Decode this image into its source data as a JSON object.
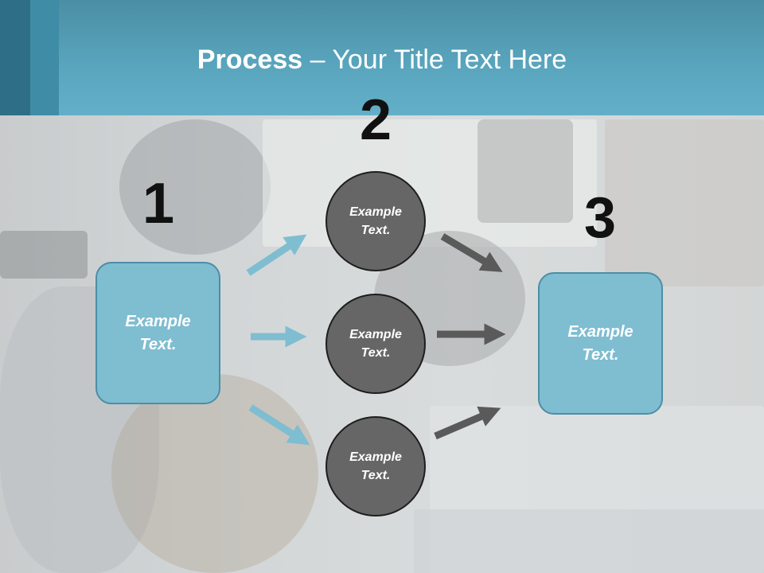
{
  "header": {
    "title_bold": "Process",
    "title_rest": " – Your Title Text Here"
  },
  "steps": [
    {
      "number": "1"
    },
    {
      "number": "2"
    },
    {
      "number": "3"
    }
  ],
  "input_box": {
    "text": "Example Text."
  },
  "output_box": {
    "text": "Example Text."
  },
  "circles": [
    {
      "text": "Example Text."
    },
    {
      "text": "Example Text."
    },
    {
      "text": "Example Text."
    }
  ],
  "colors": {
    "header": "#5aa6bf",
    "box_fill": "#7fbdd1",
    "box_border": "#4d8ea6",
    "circle_fill": "#666666",
    "arrow_blue": "#7fbdd1",
    "arrow_gray": "#5a5a5a"
  }
}
